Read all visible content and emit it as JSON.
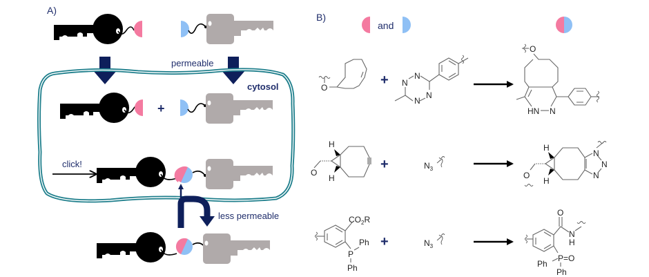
{
  "colors": {
    "navy": "#1f2d6b",
    "arrow_navy": "#0e1f5b",
    "membrane": "#1f7f8c",
    "pink": "#f47aa0",
    "blue": "#8fc0f5",
    "black_key": "#000000",
    "gray_key": "#b0aaaa"
  },
  "panel_a": {
    "label": "A)",
    "permeable_label": "permeable",
    "cytosol_label": "cytosol",
    "plus_label": "+",
    "click_label": "click!",
    "less_permeable_label": "less permeable",
    "icons": {
      "black_key": "black-key-icon",
      "gray_key": "gray-key-icon",
      "pink_half": "pink-half-circle-icon",
      "blue_half": "blue-half-circle-icon",
      "joined": "pink-blue-circle-icon"
    }
  },
  "panel_b": {
    "label": "B)",
    "and_label": "and",
    "reactions": [
      {
        "name": "tetrazine-tco-ligation",
        "reactant1": {
          "atoms": [
            "O"
          ]
        },
        "plus": "+",
        "reactant2": {
          "atoms": [
            "N",
            "N",
            "N",
            "N"
          ]
        },
        "product": {
          "atoms": [
            "O",
            "HN",
            "N"
          ]
        }
      },
      {
        "name": "spaac-bcn-azide",
        "reactant1": {
          "atoms": [
            "H",
            "H",
            "O"
          ]
        },
        "plus": "+",
        "reactant2": {
          "label": "N",
          "subscript": "3"
        },
        "product": {
          "atoms": [
            "H",
            "H",
            "O",
            "N",
            "N",
            "N"
          ]
        }
      },
      {
        "name": "staudinger-ligation",
        "reactant1": {
          "ester": "CO",
          "ester_sub": "2",
          "ester_r": "R",
          "p": "P",
          "ph1": "Ph",
          "ph2": "Ph"
        },
        "plus": "+",
        "reactant2": {
          "label": "N",
          "subscript": "3"
        },
        "product": {
          "carbonyl_o": "O",
          "nh_n": "N",
          "nh_h": "H",
          "po": "P=O",
          "ph1": "Ph",
          "ph2": "Ph"
        }
      }
    ]
  }
}
